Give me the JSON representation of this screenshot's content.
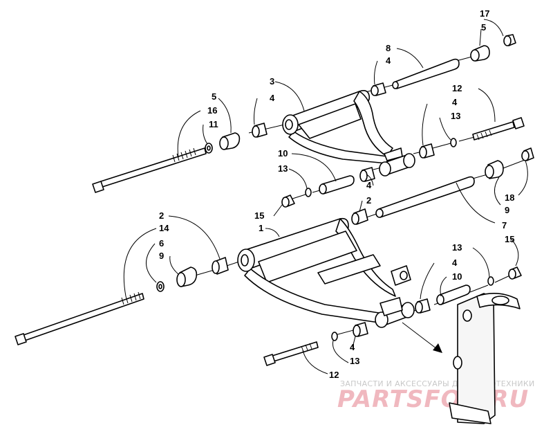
{
  "callouts": {
    "c17": "17",
    "c5a": "5",
    "c8": "8",
    "c4a": "4",
    "c3": "3",
    "c4b": "4",
    "c5b": "5",
    "c16": "16",
    "c11": "11",
    "c12a": "12",
    "c4c": "4",
    "c13a": "13",
    "c10a": "10",
    "c13b": "13",
    "c4d": "4",
    "c18": "18",
    "c9a": "9",
    "c7": "7",
    "c15a": "15",
    "c2a": "2",
    "c1": "1",
    "c2b": "2",
    "c14": "14",
    "c6": "6",
    "c9b": "9",
    "c13c": "13",
    "c15b": "15",
    "c4e": "4",
    "c10b": "10",
    "c4f": "4",
    "c13d": "13",
    "c12b": "12"
  },
  "watermark": {
    "tagline": "ЗАПЧАСТИ И АКСЕССУАРЫ ДЛЯ МОТОТЕХНИКИ",
    "brand": "PARTSFOR.RU"
  }
}
